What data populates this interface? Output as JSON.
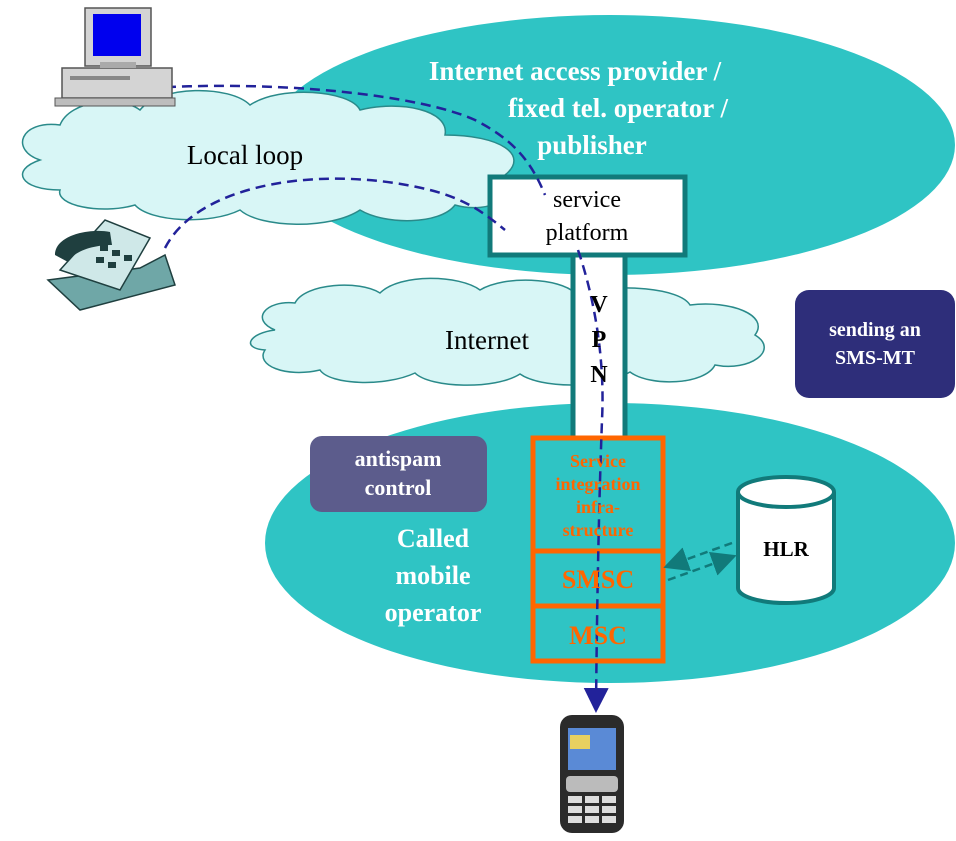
{
  "colors": {
    "ellipse_fill": "#2fc4c4",
    "cloud_fill": "#d8f6f6",
    "orange": "#ff6600",
    "navy_box": "#2e2e7a",
    "slate_box": "#5c5c8c",
    "dashed_line": "#22229a",
    "teal_stroke": "#117a7a"
  },
  "provider": {
    "line1": "Internet access provider /",
    "line2": "fixed tel. operator /",
    "line3": "publisher"
  },
  "service_platform": {
    "line1": "service",
    "line2": "platform"
  },
  "local_loop": "Local loop",
  "internet": "Internet",
  "vpn": {
    "v": "V",
    "p": "P",
    "n": "N"
  },
  "sending_box": {
    "line1": "sending an",
    "line2": "SMS-MT"
  },
  "antispam": {
    "line1": "antispam",
    "line2": "control"
  },
  "mobile_operator": {
    "line1": "Called",
    "line2": "mobile",
    "line3": "operator"
  },
  "infra": {
    "line1": "Service",
    "line2": "integration",
    "line3": "infra-",
    "line4": "structure"
  },
  "smsc": "SMSC",
  "msc": "MSC",
  "hlr": "HLR",
  "icons": [
    "desktop-computer-icon",
    "telephone-icon",
    "mobile-phone-icon"
  ]
}
